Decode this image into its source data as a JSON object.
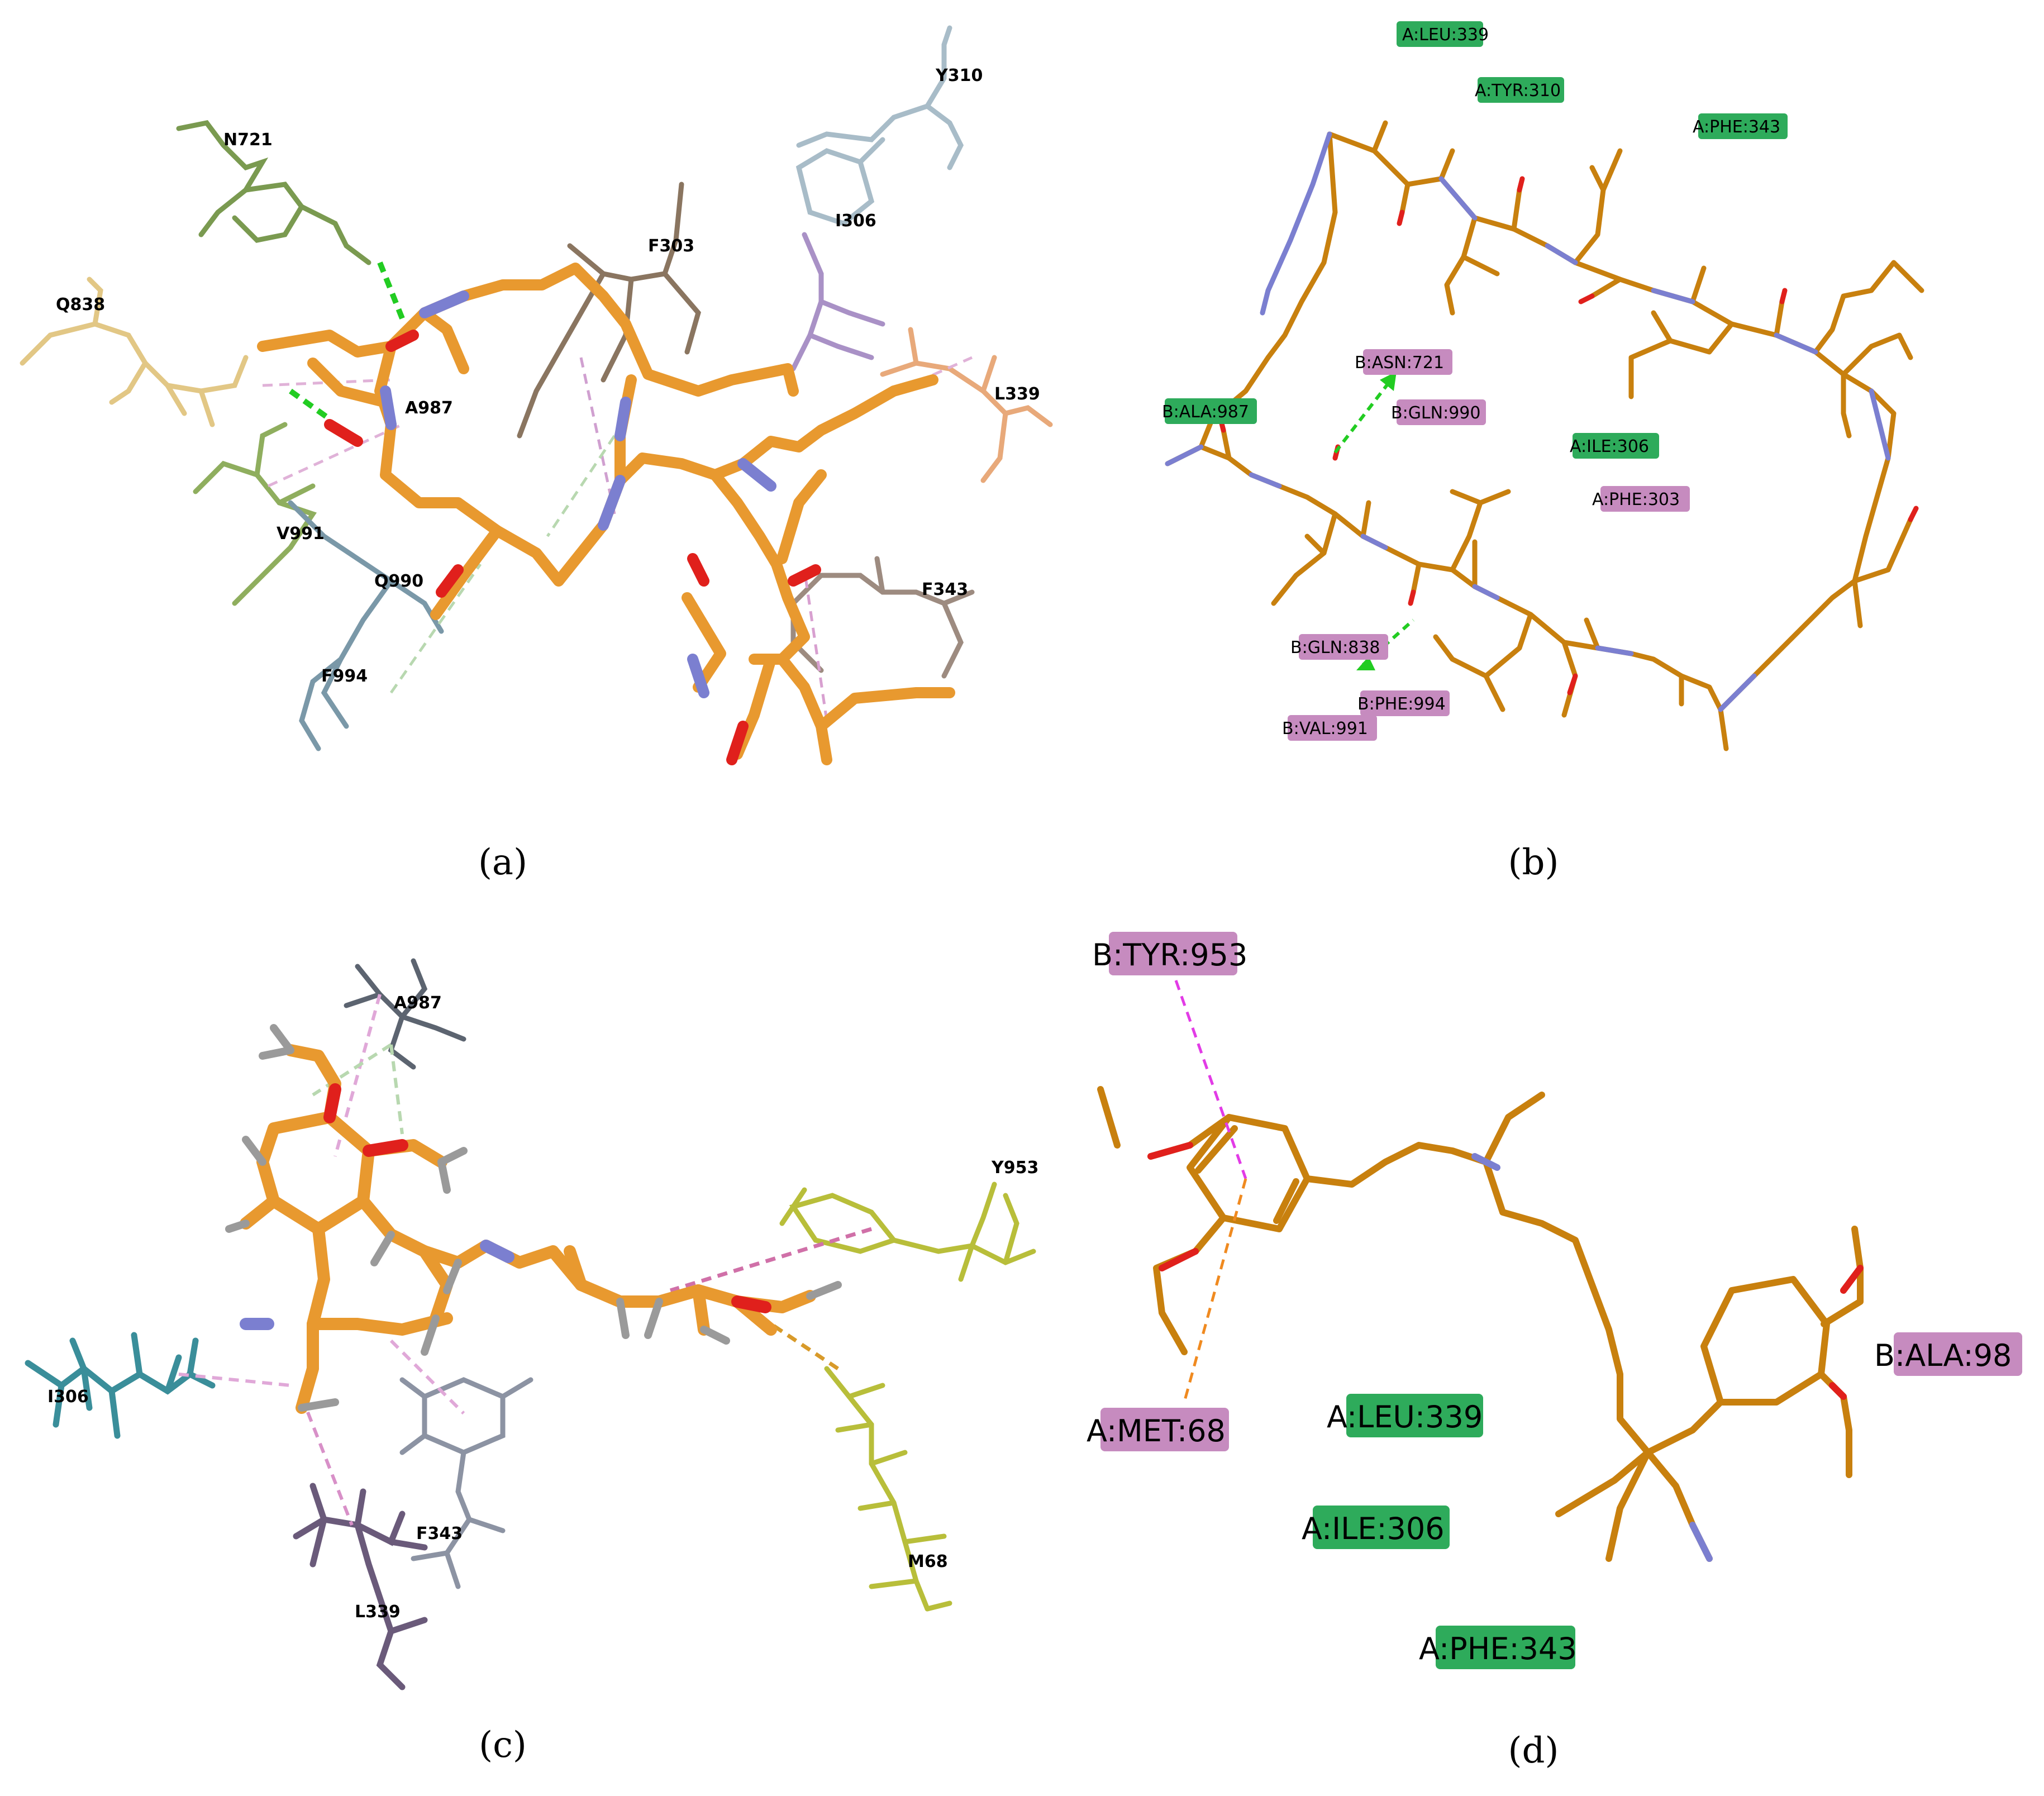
{
  "panels": {
    "a": {
      "label": "(a)",
      "residues": [
        "N721",
        "Q838",
        "A987",
        "V991",
        "Q990",
        "F994",
        "F303",
        "I306",
        "Y310",
        "L339",
        "F343"
      ]
    },
    "b": {
      "label": "(b)",
      "residues": [
        {
          "text": "A:LEU:339",
          "type": "green"
        },
        {
          "text": "A:TYR:310",
          "type": "green"
        },
        {
          "text": "A:PHE:343",
          "type": "green"
        },
        {
          "text": "B:ASN:721",
          "type": "pink"
        },
        {
          "text": "B:GLN:990",
          "type": "pink"
        },
        {
          "text": "B:ALA:987",
          "type": "green"
        },
        {
          "text": "A:ILE:306",
          "type": "green"
        },
        {
          "text": "A:PHE:303",
          "type": "pink"
        },
        {
          "text": "B:GLN:838",
          "type": "pink"
        },
        {
          "text": "B:PHE:994",
          "type": "pink"
        },
        {
          "text": "B:VAL:991",
          "type": "pink"
        }
      ]
    },
    "c": {
      "label": "(c)",
      "residues": [
        "A987",
        "Y953",
        "I306",
        "F343",
        "L339",
        "M68"
      ]
    },
    "d": {
      "label": "(d)",
      "residues": [
        {
          "text": "B:TYR:953",
          "type": "pink"
        },
        {
          "text": "A:MET:68",
          "type": "pink"
        },
        {
          "text": "A:LEU:339",
          "type": "green"
        },
        {
          "text": "A:ILE:306",
          "type": "green"
        },
        {
          "text": "A:PHE:343",
          "type": "green"
        },
        {
          "text": "B:ALA:98",
          "type": "pink"
        }
      ]
    }
  },
  "colors": {
    "ligand": "#e8992f",
    "ligand_dark": "#c8800e",
    "nitrogen": "#7b7fd0",
    "oxygen": "#e0201c",
    "hbond": "#22cc22",
    "green_tag": "#2eab5b",
    "pink_tag": "#c68bbf",
    "pi_pink": "#e0a8d8",
    "magenta": "#e23be6",
    "orange_dash": "#f08a20"
  }
}
